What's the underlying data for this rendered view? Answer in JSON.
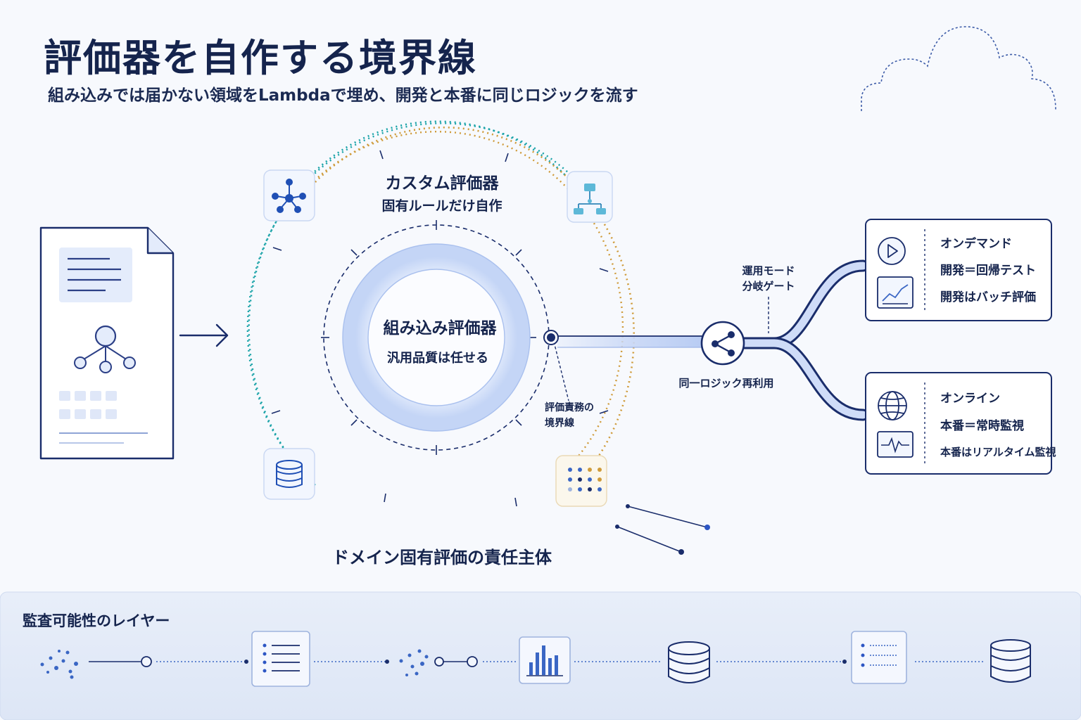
{
  "header": {
    "title": "評価器を自作する境界線",
    "subtitle": "組み込みでは届かない領域をLambdaで埋め、開発と本番に同じロジックを流す"
  },
  "diagram": {
    "custom_evaluator": {
      "title": "カスタム評価器",
      "subtitle": "固有ルールだけ自作"
    },
    "builtin_evaluator": {
      "title": "組み込み評価器",
      "subtitle": "汎用品質は任せる"
    },
    "responsibility_boundary": [
      "評価責務の",
      "境界線"
    ],
    "domain_owner": "ドメイン固有評価の責任主体",
    "mode_gate": [
      "運用モード",
      "分岐ゲート"
    ],
    "shared_logic": "同一ロジック再利用",
    "on_demand": {
      "title": "オンデマンド",
      "line1": "開発＝回帰テスト",
      "line2": "開発はバッチ評価"
    },
    "online": {
      "title": "オンライン",
      "line1": "本番＝常時監視",
      "line2": "本番はリアルタイム監視"
    }
  },
  "audit": {
    "title": "監査可能性のレイヤー"
  },
  "colors": {
    "navy": "#1a2d6b",
    "blue": "#2d56c4",
    "teal": "#1aa3a8",
    "gold": "#cf9b3a",
    "pale_blue": "#dbe6fb"
  },
  "icons": [
    "document-icon",
    "arrow-right-icon",
    "network-icon",
    "flowchart-icon",
    "database-icon",
    "grid-dots-icon",
    "share-icon",
    "play-icon",
    "chart-line-icon",
    "globe-icon",
    "pulse-icon",
    "list-icon",
    "bar-chart-icon",
    "cloud-icon"
  ]
}
